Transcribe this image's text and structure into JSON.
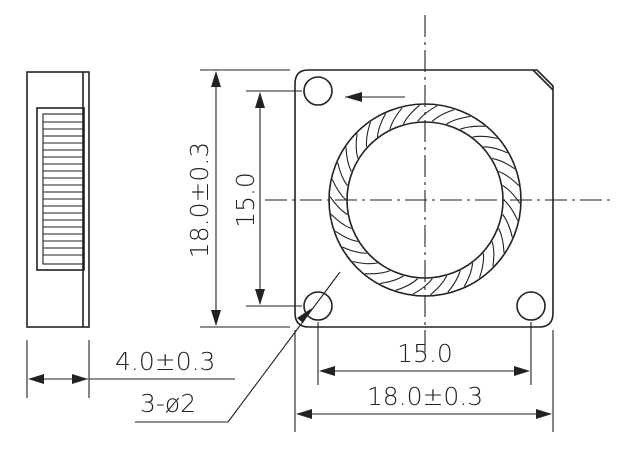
{
  "dimensions": {
    "outer_vertical": "18.0±0.3",
    "hole_pitch_vertical": "15.0",
    "hole_pitch_horizontal": "15.0",
    "outer_horizontal": "18.0±0.3",
    "thickness": "4.0±0.3",
    "holes": "3-ø2"
  }
}
